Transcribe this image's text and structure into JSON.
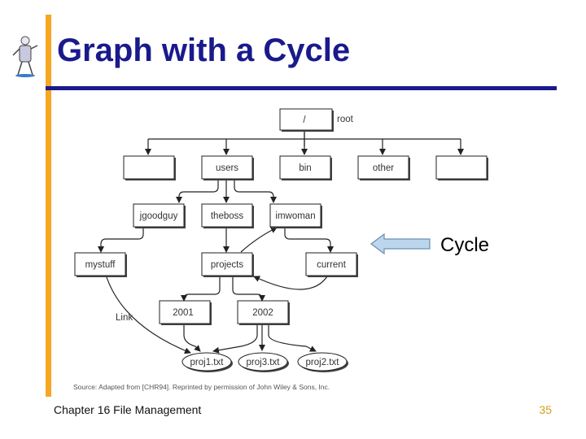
{
  "slide": {
    "title": "Graph with a Cycle",
    "footer_left": "Chapter 16 File Management",
    "page_number": "35",
    "cycle_label": "Cycle",
    "source": "Source: Adapted from [CHR94]. Reprinted by permission of John Wiley & Sons, Inc."
  },
  "diagram": {
    "root_dir": "/",
    "root_label": "root",
    "dirs": {
      "users": "users",
      "bin": "bin",
      "other": "other",
      "jgoodguy": "jgoodguy",
      "theboss": "theboss",
      "imwoman": "imwoman",
      "mystuff": "mystuff",
      "projects": "projects",
      "current": "current",
      "d2001": "2001",
      "d2002": "2002"
    },
    "files": {
      "proj1": "proj1.txt",
      "proj3": "proj3.txt",
      "proj2": "proj2.txt"
    },
    "link_label": "Link"
  },
  "colors": {
    "title": "#1a1a8c",
    "accent_bar": "#f5a623",
    "rule": "#1a1a8c",
    "node_fill": "#ffffff",
    "arrow_fill": "#bcd6ee",
    "page_number": "#d4a017"
  }
}
